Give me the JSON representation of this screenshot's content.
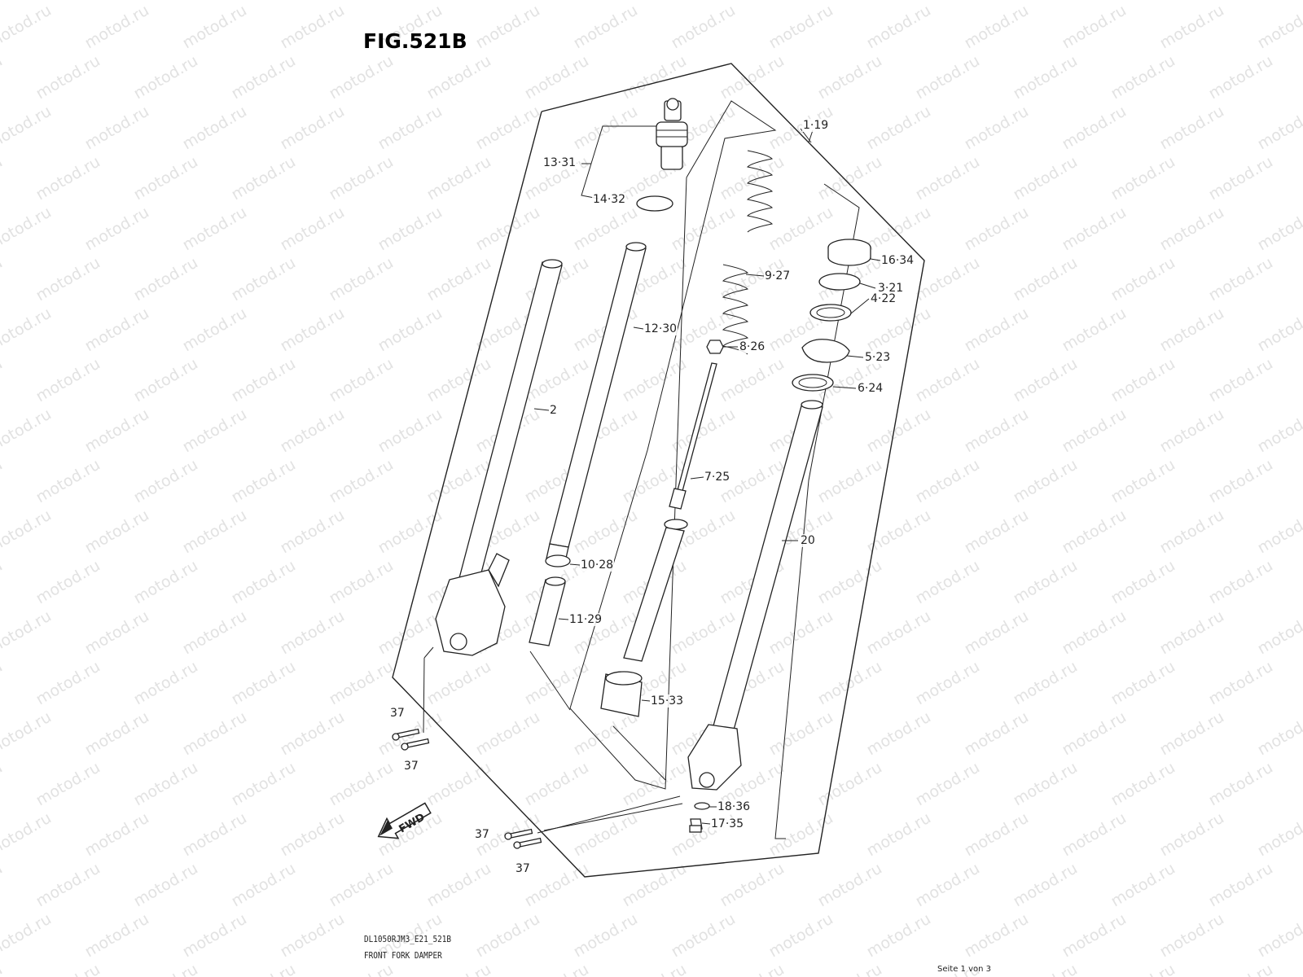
{
  "title": "FIG.521B",
  "watermark": "motod.ru",
  "callouts": [
    {
      "id": "13-31",
      "label": "13·31"
    },
    {
      "id": "14-32",
      "label": "14·32"
    },
    {
      "id": "1-19",
      "label": "1·19"
    },
    {
      "id": "16-34",
      "label": "16·34"
    },
    {
      "id": "3-21",
      "label": "3·21"
    },
    {
      "id": "4-22",
      "label": "4·22"
    },
    {
      "id": "9-27",
      "label": "9·27"
    },
    {
      "id": "8-26",
      "label": "8·26"
    },
    {
      "id": "5-23",
      "label": "5·23"
    },
    {
      "id": "6-24",
      "label": "6·24"
    },
    {
      "id": "12-30",
      "label": "12·30"
    },
    {
      "id": "2",
      "label": "2"
    },
    {
      "id": "7-25",
      "label": "7·25"
    },
    {
      "id": "20",
      "label": "20"
    },
    {
      "id": "10-28",
      "label": "10·28"
    },
    {
      "id": "11-29",
      "label": "11·29"
    },
    {
      "id": "15-33",
      "label": "15·33"
    },
    {
      "id": "37-a",
      "label": "37"
    },
    {
      "id": "37-b",
      "label": "37"
    },
    {
      "id": "18-36",
      "label": "18·36"
    },
    {
      "id": "17-35",
      "label": "17·35"
    },
    {
      "id": "37-c",
      "label": "37"
    },
    {
      "id": "37-d",
      "label": "37"
    }
  ],
  "fwd_label": "FWD",
  "footer": {
    "model_code": "DL1050RJM3_E21_521B",
    "caption": "FRONT FORK DAMPER",
    "page": "Seite 1 von 3"
  }
}
